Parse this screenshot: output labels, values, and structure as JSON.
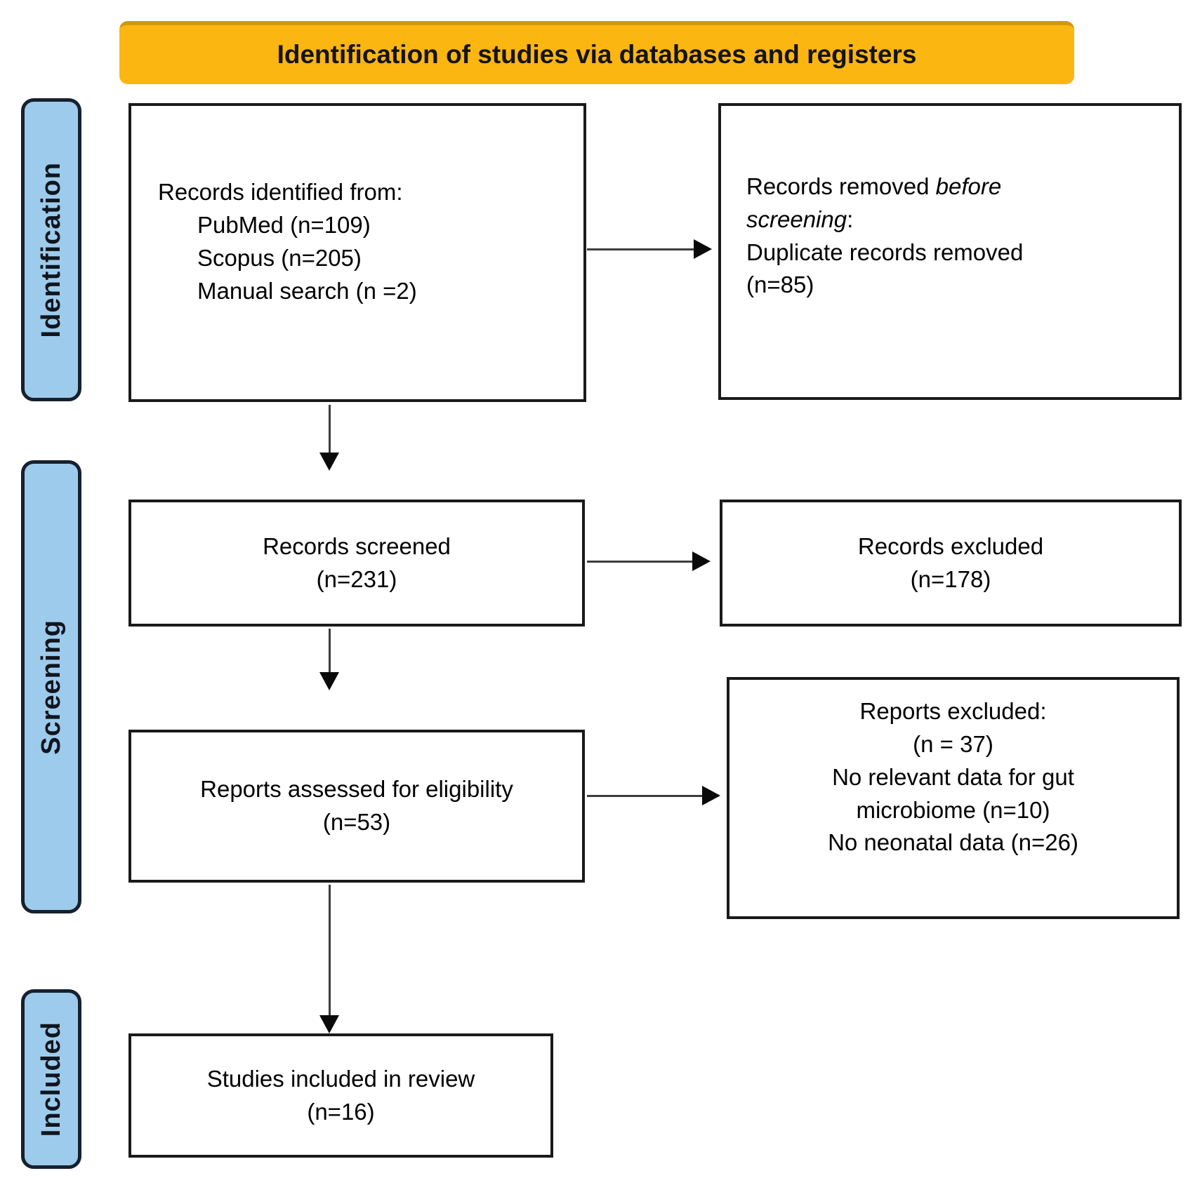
{
  "banner": {
    "title": "Identification of studies via databases and registers"
  },
  "stages": {
    "identification": "Identification",
    "screening": "Screening",
    "included": "Included"
  },
  "boxes": {
    "records_identified": {
      "title": "Records identified from:",
      "items": [
        "PubMed (n=109)",
        "Scopus (n=205)",
        "Manual search (n =2)"
      ]
    },
    "records_removed": {
      "line1_normal": "Records removed ",
      "line1_italic": "before",
      "line2_italic": "screening",
      "line2_suffix": ":",
      "line3": "Duplicate records removed",
      "line4": "(n=85)"
    },
    "records_screened": {
      "line1": "Records screened",
      "line2": "(n=231)"
    },
    "records_excluded": {
      "line1": "Records excluded",
      "line2": "(n=178)"
    },
    "reports_assessed": {
      "line1": "Reports assessed for eligibility",
      "line2": "(n=53)"
    },
    "reports_excluded": {
      "lines": [
        "Reports excluded:",
        "(n = 37)",
        "No relevant data for gut",
        "microbiome (n=10)",
        "No neonatal data (n=26)"
      ]
    },
    "studies_included": {
      "line1": "Studies included in review",
      "line2": "(n=16)"
    }
  },
  "colors": {
    "banner-fill": "#FCB612",
    "banner-edge": "#D0990B",
    "sidebar-fill": "#9DCBEC",
    "sidebar-border": "#17202E",
    "box-border": "#1A1A1A",
    "arrow-stem": "#3D3D3D",
    "arrow-head": "#0A0A0A"
  }
}
